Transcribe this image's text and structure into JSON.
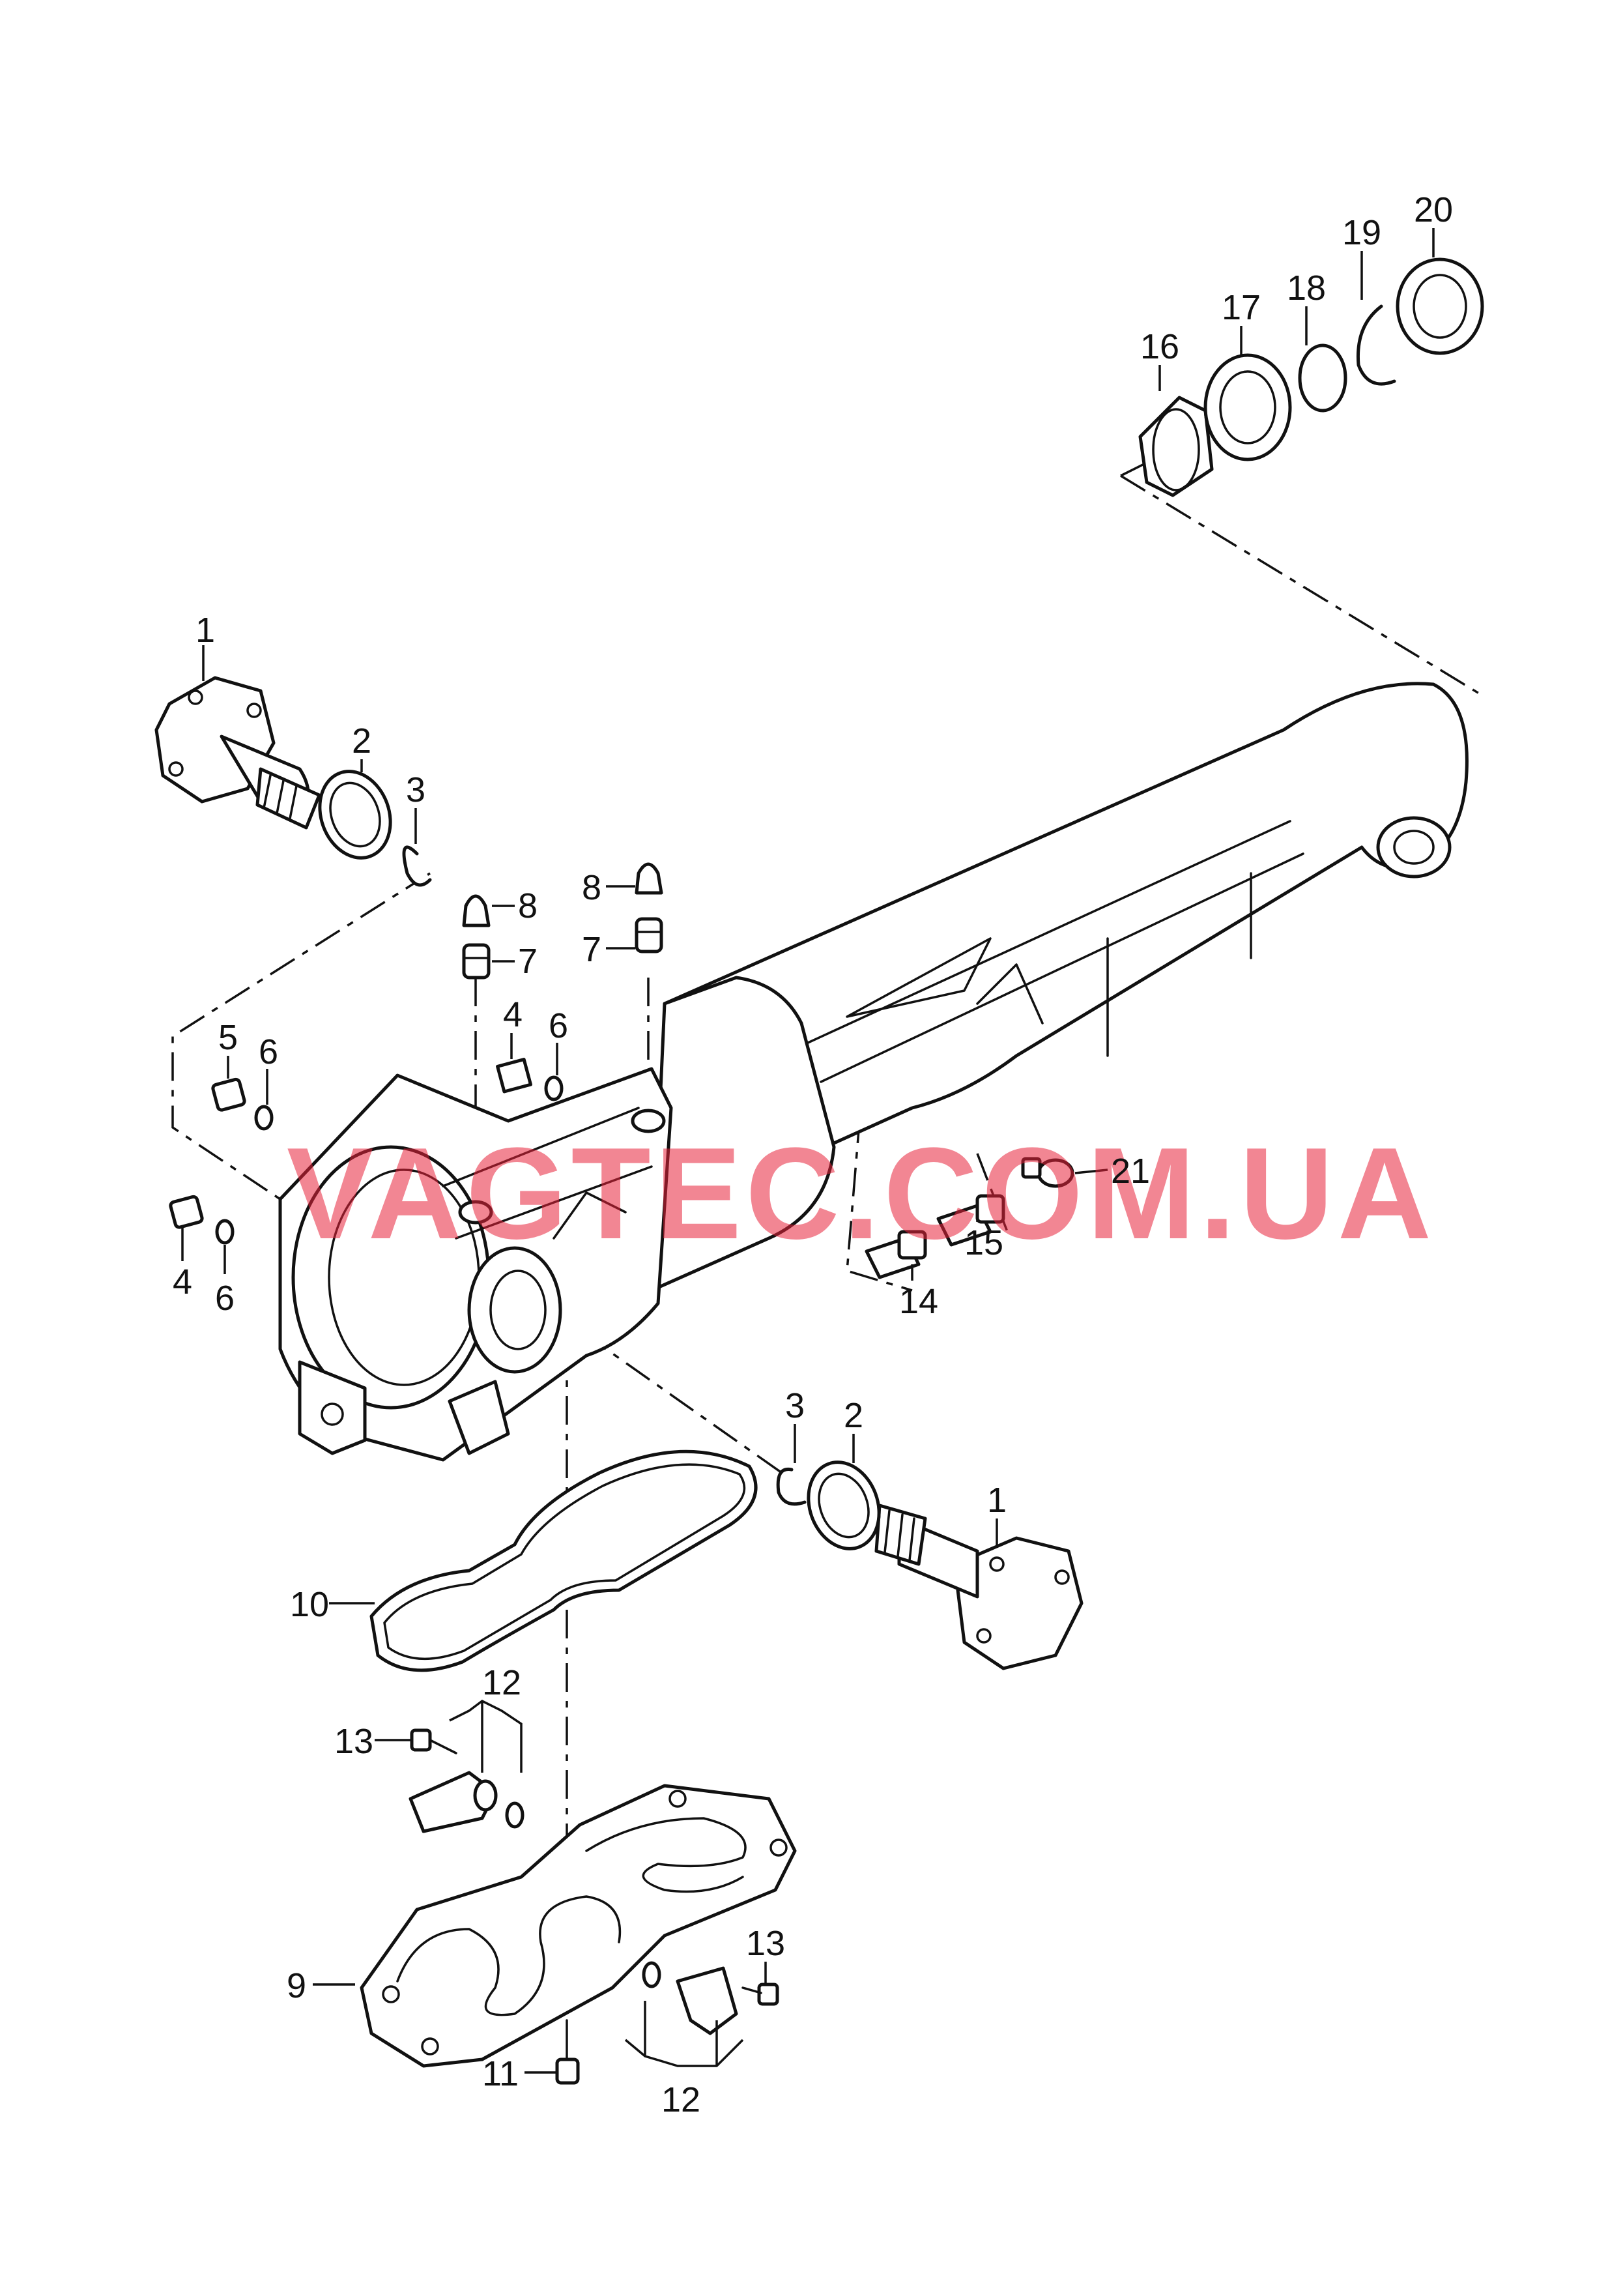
{
  "watermark": "VAGTEC.COM.UA",
  "watermark_color": "#e8223a",
  "callouts": [
    {
      "id": "c1a",
      "label": "1"
    },
    {
      "id": "c2a",
      "label": "2"
    },
    {
      "id": "c3a",
      "label": "3"
    },
    {
      "id": "c8a",
      "label": "8"
    },
    {
      "id": "c7a",
      "label": "7"
    },
    {
      "id": "c8b",
      "label": "8"
    },
    {
      "id": "c7b",
      "label": "7"
    },
    {
      "id": "c5",
      "label": "5"
    },
    {
      "id": "c6a",
      "label": "6"
    },
    {
      "id": "c4a",
      "label": "4"
    },
    {
      "id": "c6b",
      "label": "6"
    },
    {
      "id": "c4b",
      "label": "4"
    },
    {
      "id": "c6c",
      "label": "6"
    },
    {
      "id": "c21",
      "label": "21"
    },
    {
      "id": "c15",
      "label": "15"
    },
    {
      "id": "c14",
      "label": "14"
    },
    {
      "id": "c3b",
      "label": "3"
    },
    {
      "id": "c2b",
      "label": "2"
    },
    {
      "id": "c1b",
      "label": "1"
    },
    {
      "id": "c10",
      "label": "10"
    },
    {
      "id": "c12a",
      "label": "12"
    },
    {
      "id": "c13a",
      "label": "13"
    },
    {
      "id": "c9",
      "label": "9"
    },
    {
      "id": "c13b",
      "label": "13"
    },
    {
      "id": "c11",
      "label": "11"
    },
    {
      "id": "c12b",
      "label": "12"
    },
    {
      "id": "c16",
      "label": "16"
    },
    {
      "id": "c17",
      "label": "17"
    },
    {
      "id": "c18",
      "label": "18"
    },
    {
      "id": "c19",
      "label": "19"
    },
    {
      "id": "c20",
      "label": "20"
    }
  ]
}
